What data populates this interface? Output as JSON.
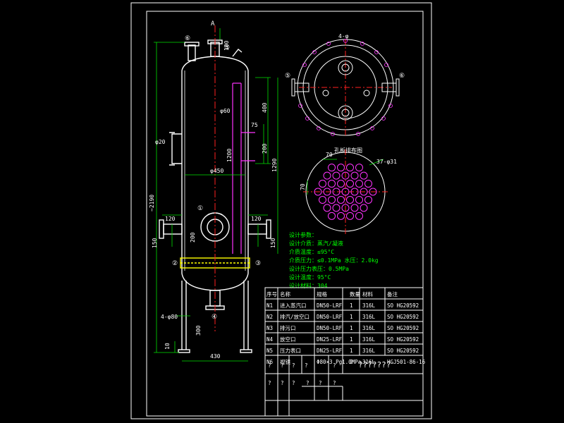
{
  "colors": {
    "background": "#000000",
    "frame": "#ffffff",
    "vessel": "#ffffff",
    "center_line": "#ff2020",
    "dimension": "#00e000",
    "internal_pipe": "#ff33ff",
    "tube_circle": "#ff33ff",
    "spec_text": "#00ff00",
    "nozzle_mark": "#ffffff"
  },
  "section_mark": "A",
  "dimensions": {
    "overall_height": "~2190",
    "top_nozzle_height": "100",
    "upper_400": "400",
    "phi60": "φ60",
    "d75": "75",
    "d200_right": "200",
    "d1200_center": "1200",
    "d1200_right": "1290",
    "phi450": "φ450",
    "phi20": "φ20",
    "d120_left": "120",
    "d120_right": "120",
    "d150_left": "150",
    "d150_right": "150",
    "d200_lower": "200",
    "leg_phi80": "4-φ80",
    "leg_300": "300",
    "leg_10": "10",
    "base_430": "430"
  },
  "nozzle_labels": {
    "n1": "⑥",
    "n2": "⑤",
    "n3": "①",
    "n4": "②",
    "n5": "③",
    "n6": "④"
  },
  "top_view": {
    "angle_label": "4-φ",
    "left_mark": "⑤",
    "right_mark": "⑥"
  },
  "tube_sheet": {
    "title": "孔板排布图",
    "pitch_label": "70",
    "hole_label": "37-φ31",
    "side_label": "70"
  },
  "spec": {
    "title": "设计参数：",
    "lines": [
      "设计介质：蒸汽/凝液",
      "介质温度：≤95°C",
      "介质压力：≤0.1MPa  水压：2.0kg",
      "设计压力表压：0.5MPa",
      "设计温度：95°C",
      "设计材料：304"
    ]
  },
  "table": {
    "headers": [
      "序号",
      "名称",
      "规格",
      "数量",
      "材料",
      "备注"
    ],
    "rows": [
      [
        "N1",
        "进入蒸汽口",
        "DN50-LRF",
        "1",
        "316L",
        "SO HG20592"
      ],
      [
        "N2",
        "排汽/放空口",
        "DN50-LRF",
        "1",
        "316L",
        "SO HG20592"
      ],
      [
        "N3",
        "排污口",
        "DN50-LRF",
        "1",
        "316L",
        "SO HG20592"
      ],
      [
        "N4",
        "放空口",
        "DN25-LRF",
        "1",
        "316L",
        "SO HG20592"
      ],
      [
        "N5",
        "压力表口",
        "DN25-LRF",
        "1",
        "316L",
        "SO HG20592"
      ],
      [
        "N6",
        "视镜",
        "Φ80×3 Pg1.0MPa",
        "2",
        "316L",
        "HGJ501-86-16"
      ]
    ],
    "title_block_left_row1": [
      "?",
      "?",
      "?",
      "?"
    ],
    "title_block_center": "???????",
    "title_block_small": "?",
    "title_block_left_row2": [
      "?",
      "?",
      "?",
      "?",
      "?",
      "?"
    ]
  }
}
